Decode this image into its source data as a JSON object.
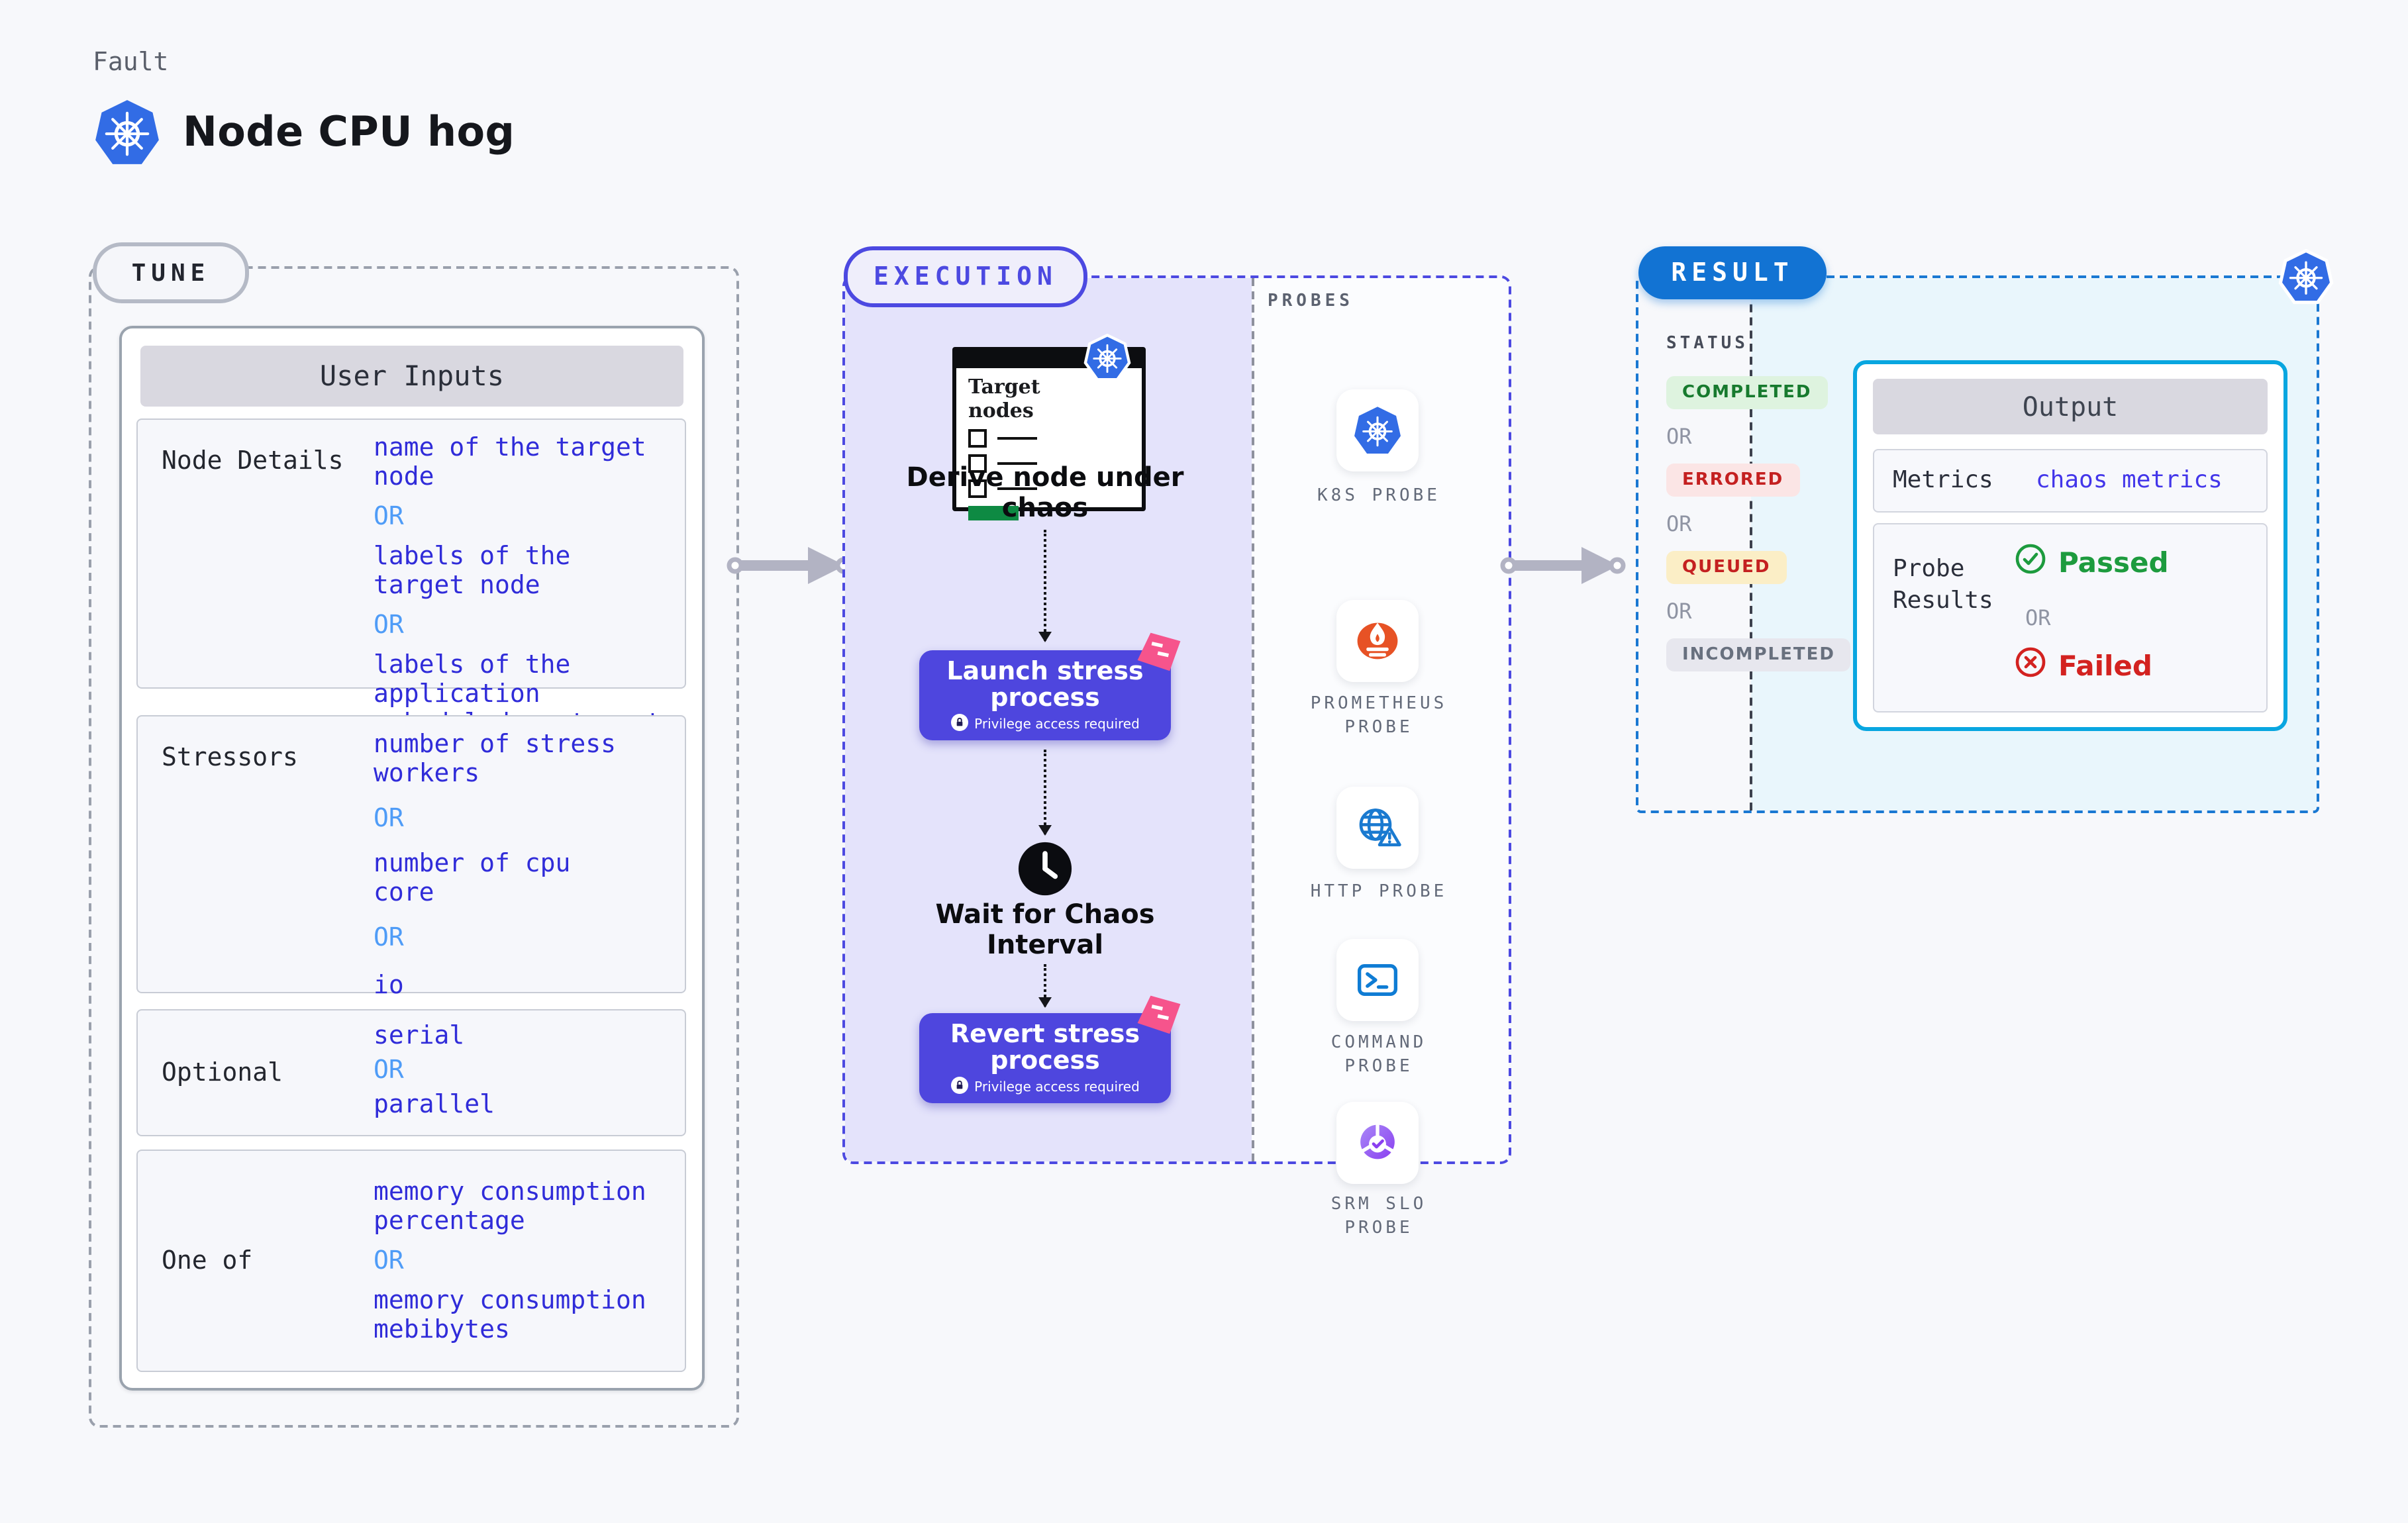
{
  "header": {
    "kicker": "Fault",
    "title": "Node CPU hog"
  },
  "tune": {
    "badge": "TUNE",
    "card_title": "User Inputs",
    "or_label": "OR",
    "value_color": "#302cd9",
    "or_color": "#4f9cf7",
    "rows": [
      {
        "label": "Node Details",
        "options": [
          "name of the target\nnode",
          "labels of the\ntarget node",
          "labels of the application\n scheduled on target node"
        ]
      },
      {
        "label": "Stressors",
        "options": [
          "number of stress\nworkers",
          "number of cpu\ncore",
          "io"
        ]
      },
      {
        "label": "Optional",
        "options": [
          "serial",
          "parallel"
        ]
      },
      {
        "label": "One of",
        "options": [
          "memory consumption\npercentage",
          "memory consumption\nmebibytes"
        ]
      }
    ]
  },
  "execution": {
    "badge": "EXECUTION",
    "accent": "#4c49e1",
    "panel_bg": "#e4e3fb",
    "button_bg": "#4e46de",
    "target_card_title": "Target nodes",
    "derive_label": "Derive node under\nchaos",
    "launch_title": "Launch stress\nprocess",
    "wait_label": "Wait for Chaos\nInterval",
    "revert_title": "Revert stress\nprocess",
    "privilege_label": "Privilege access required"
  },
  "probes": {
    "title": "PROBES",
    "items": [
      {
        "label": "K8S PROBE",
        "icon": "kubernetes-icon"
      },
      {
        "label": "PROMETHEUS\nPROBE",
        "icon": "prometheus-icon"
      },
      {
        "label": "HTTP PROBE",
        "icon": "http-globe-icon"
      },
      {
        "label": "COMMAND\nPROBE",
        "icon": "terminal-icon"
      },
      {
        "label": "SRM SLO\nPROBE",
        "icon": "slo-gauge-icon"
      }
    ]
  },
  "result": {
    "badge": "RESULT",
    "accent": "#1273d3",
    "status_title": "STATUS",
    "or_label": "OR",
    "statuses": [
      {
        "label": "COMPLETED",
        "bg": "#def3df",
        "color": "#177a2e"
      },
      {
        "label": "ERRORED",
        "bg": "#fbe5e5",
        "color": "#c42020"
      },
      {
        "label": "QUEUED",
        "bg": "#fbeec6",
        "color": "#c42020"
      },
      {
        "label": "INCOMPLETED",
        "bg": "#e7e7ee",
        "color": "#68707e"
      }
    ],
    "output": {
      "title": "Output",
      "border_color": "#08a6e0",
      "metrics_label": "Metrics",
      "metrics_value": "chaos metrics",
      "metrics_value_color": "#4336ea",
      "probe_results_label": "Probe\nResults",
      "passed_label": "Passed",
      "passed_color": "#1d9b3e",
      "or_label": "OR",
      "failed_label": "Failed",
      "failed_color": "#d32220"
    }
  }
}
